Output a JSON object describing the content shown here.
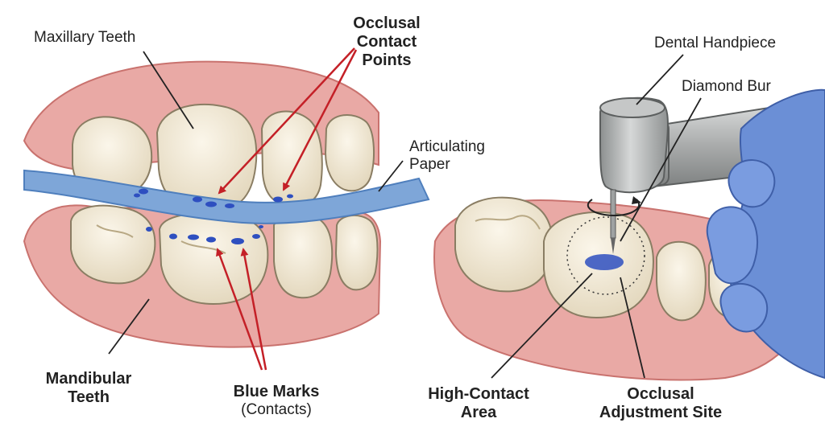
{
  "labels": {
    "maxillary_teeth": "Maxillary Teeth",
    "occlusal_contact_points": [
      "Occlusal",
      "Contact",
      "Points"
    ],
    "articulating_paper": [
      "Articulating",
      "Paper"
    ],
    "mandibular_teeth": [
      "Mandibular",
      "Teeth"
    ],
    "blue_marks": "Blue Marks",
    "blue_marks_sub": "(Contacts)",
    "dental_handpiece": "Dental Handpiece",
    "diamond_bur": "Diamond Bur",
    "high_contact_area": [
      "High-Contact",
      "Area"
    ],
    "occlusal_adjustment_site": [
      "Occlusal",
      "Adjustment Site"
    ]
  },
  "colors": {
    "gum": "#e9a9a5",
    "gum_dark": "#c9726e",
    "tooth": "#f4ecd8",
    "tooth_shadow": "#d8cdb2",
    "paper": "#7ea6d8",
    "paper_dark": "#4f7fbd",
    "blue_mark": "#2e4fc0",
    "arrow_red": "#c42027",
    "glove": "#6b8fd6",
    "metal": "#a9abab"
  }
}
